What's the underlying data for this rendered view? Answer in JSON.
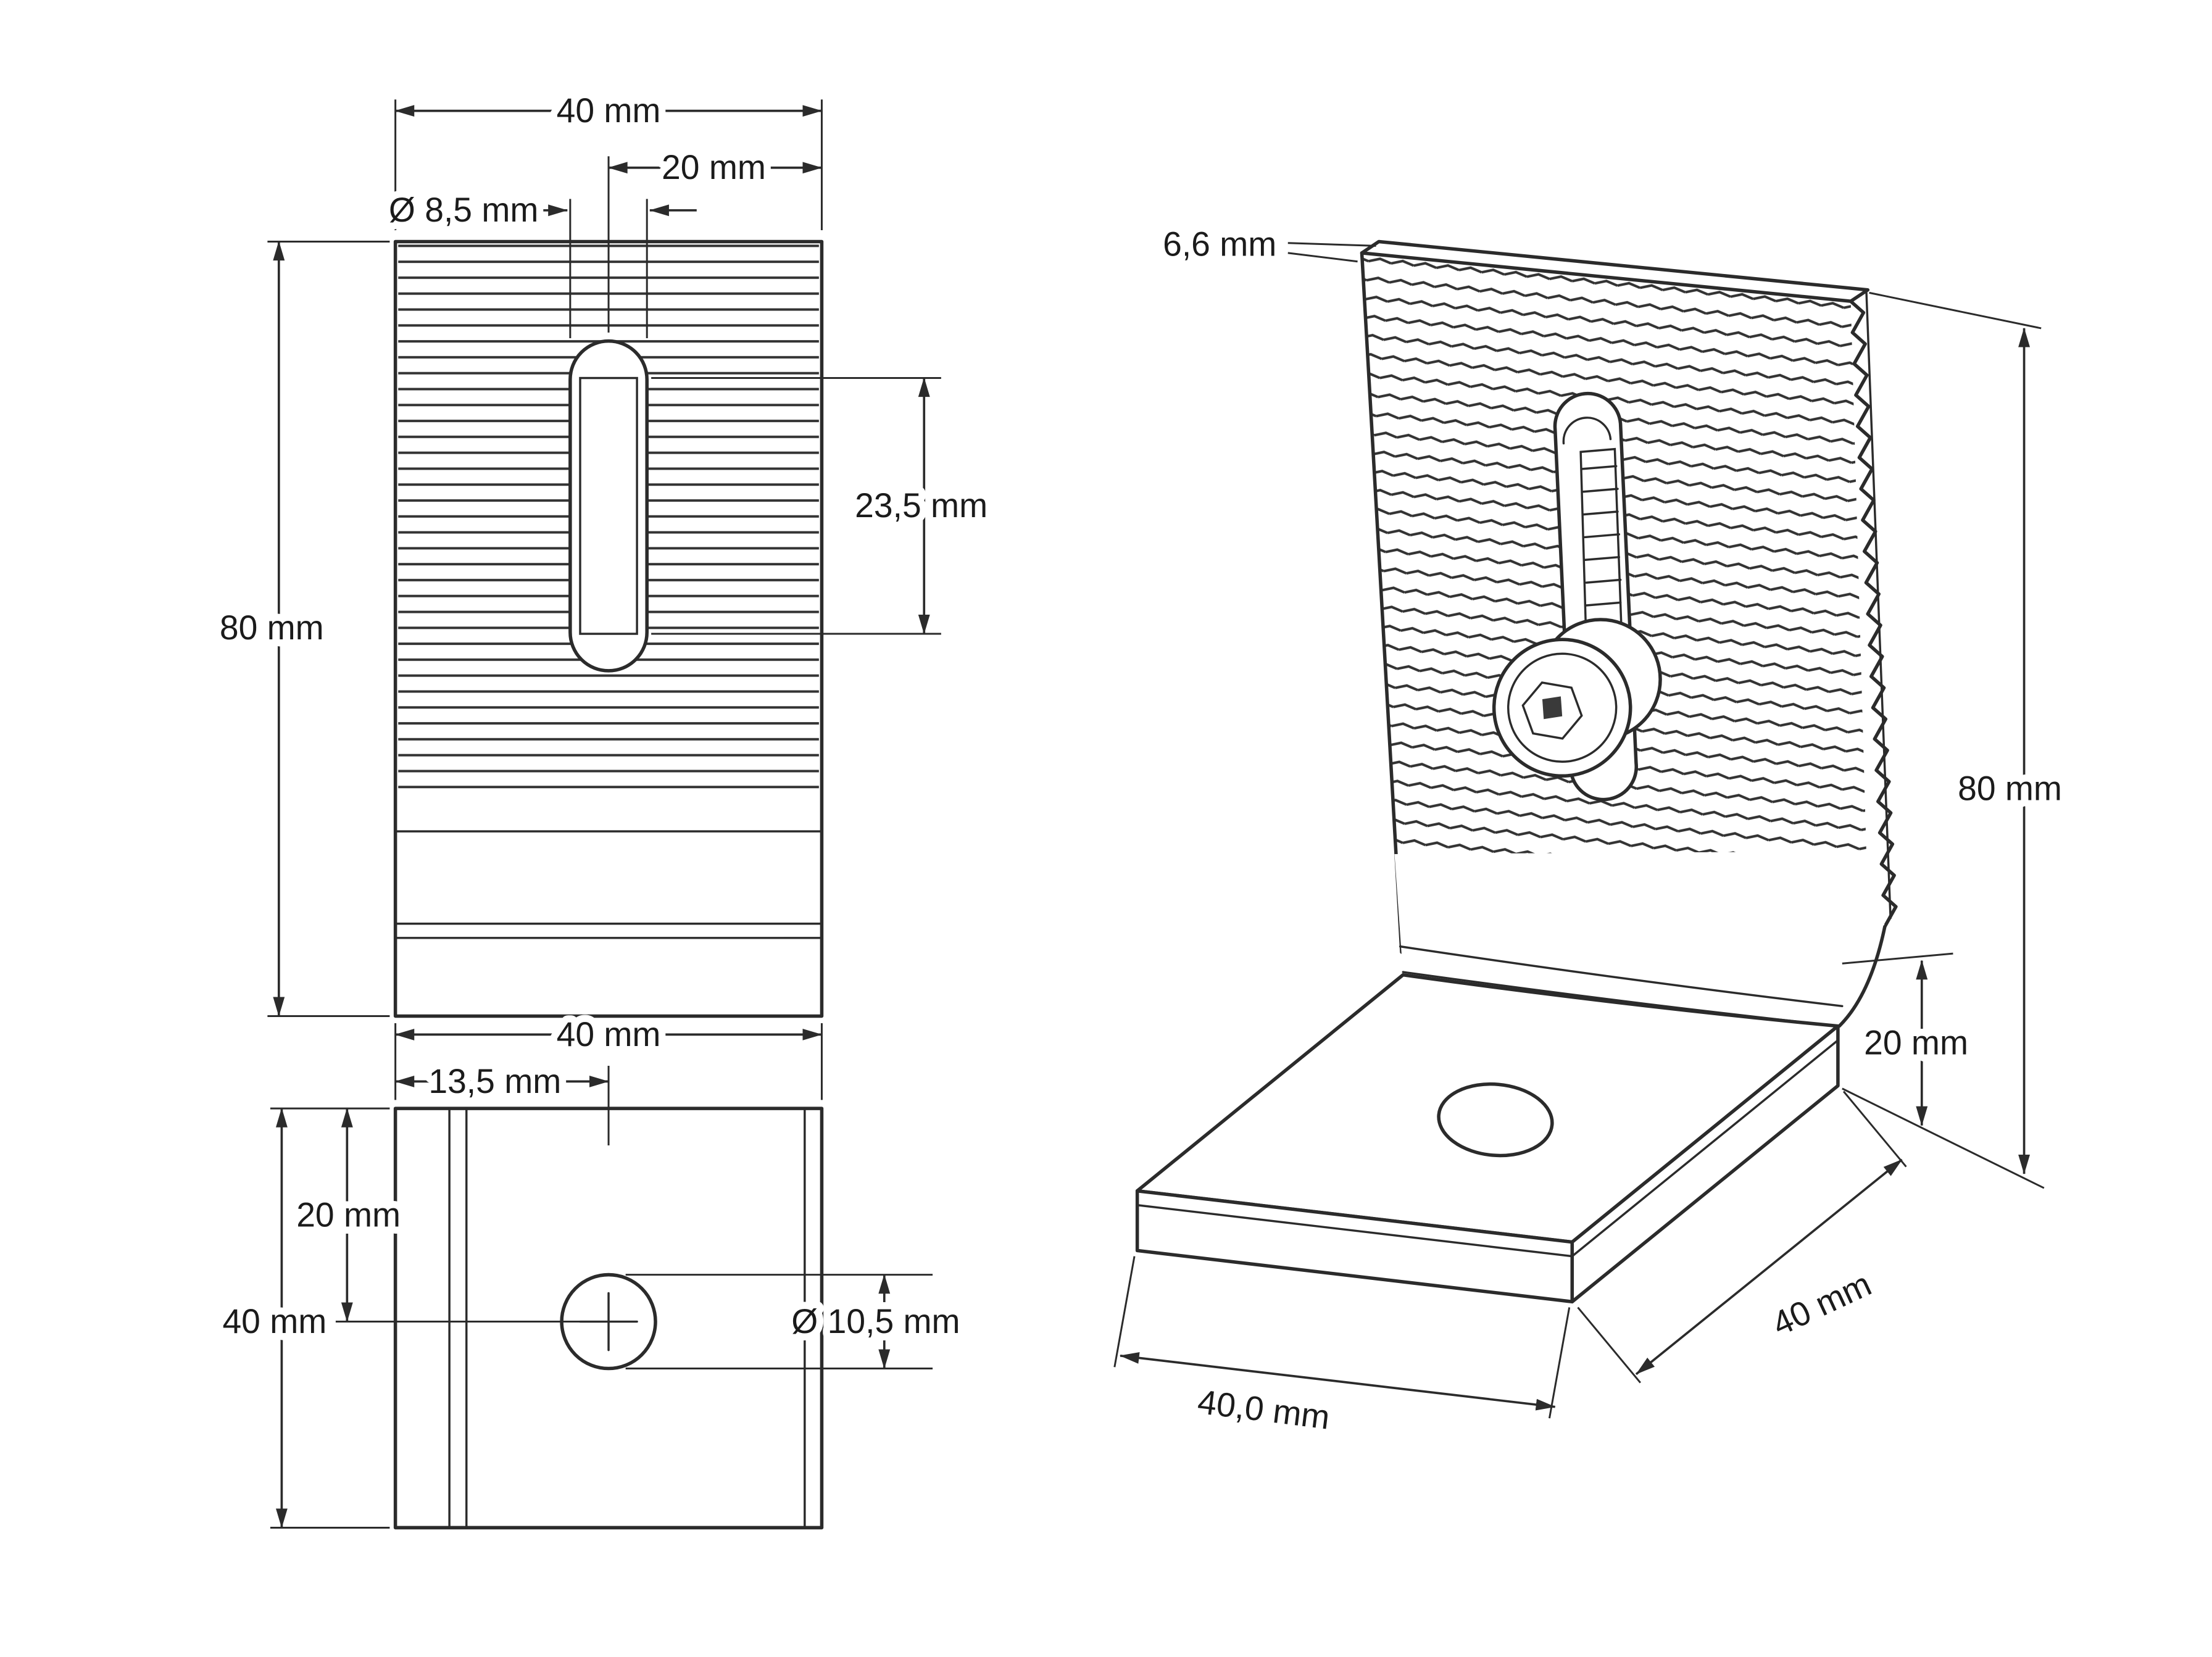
{
  "colors": {
    "line": "#2b2b2b",
    "background": "#ffffff"
  },
  "front_view": {
    "width": "40 mm",
    "slot_center_offset": "20 mm",
    "slot_width": "Ø 8,5 mm",
    "height": "80 mm",
    "slot_length": "23,5 mm"
  },
  "top_view": {
    "width": "40 mm",
    "hole_offset_x": "13,5 mm",
    "hole_offset_y": "20 mm",
    "depth": "40 mm",
    "hole_diameter": "Ø 10,5 mm"
  },
  "iso_view": {
    "thickness": "6,6 mm",
    "height": "80 mm",
    "base_section": "20 mm",
    "depth": "40 mm",
    "width": "40,0 mm"
  }
}
